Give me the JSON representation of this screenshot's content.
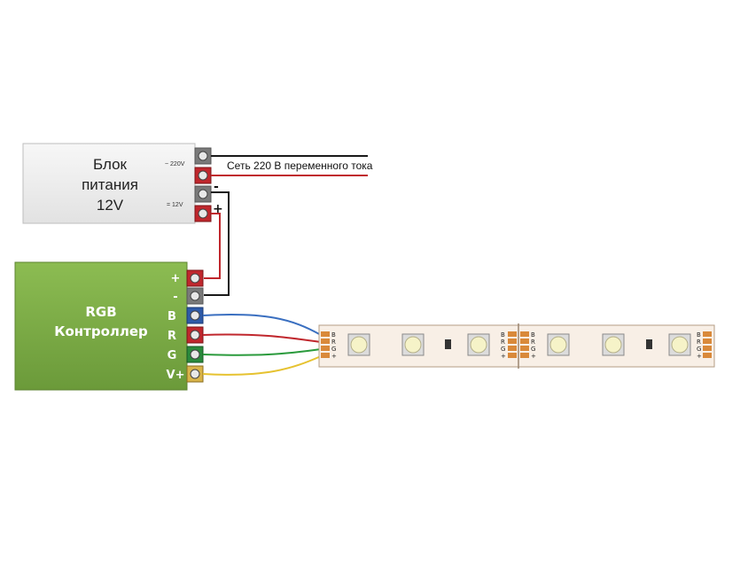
{
  "power_supply": {
    "title_line1": "Блок",
    "title_line2": "питания",
    "title_line3": "12V",
    "ac_label": "~ 220V",
    "dc_label": "= 12V",
    "minus_sign": "-",
    "plus_sign": "+"
  },
  "mains": {
    "label": "Сеть 220 В переменного тока"
  },
  "controller": {
    "title_line1": "RGB",
    "title_line2": "Контроллер",
    "pins": [
      {
        "label": "+",
        "color": "#c0272d"
      },
      {
        "label": "-",
        "color": "#808080"
      },
      {
        "label": "B",
        "color": "#2e5aa8"
      },
      {
        "label": "R",
        "color": "#c0272d"
      },
      {
        "label": "G",
        "color": "#2a8a3c"
      },
      {
        "label": "V+",
        "color": "#d9b44a"
      }
    ],
    "body_color": "#7cab45"
  },
  "strip": {
    "pin_labels": [
      "B",
      "R",
      "G",
      "+"
    ],
    "led_color": "#f6f3c8"
  },
  "wire_colors": {
    "black": "#1a1a1a",
    "red": "#c0272d",
    "blue": "#3a6fc0",
    "green": "#2a9a3c",
    "yellow": "#e6c230"
  }
}
